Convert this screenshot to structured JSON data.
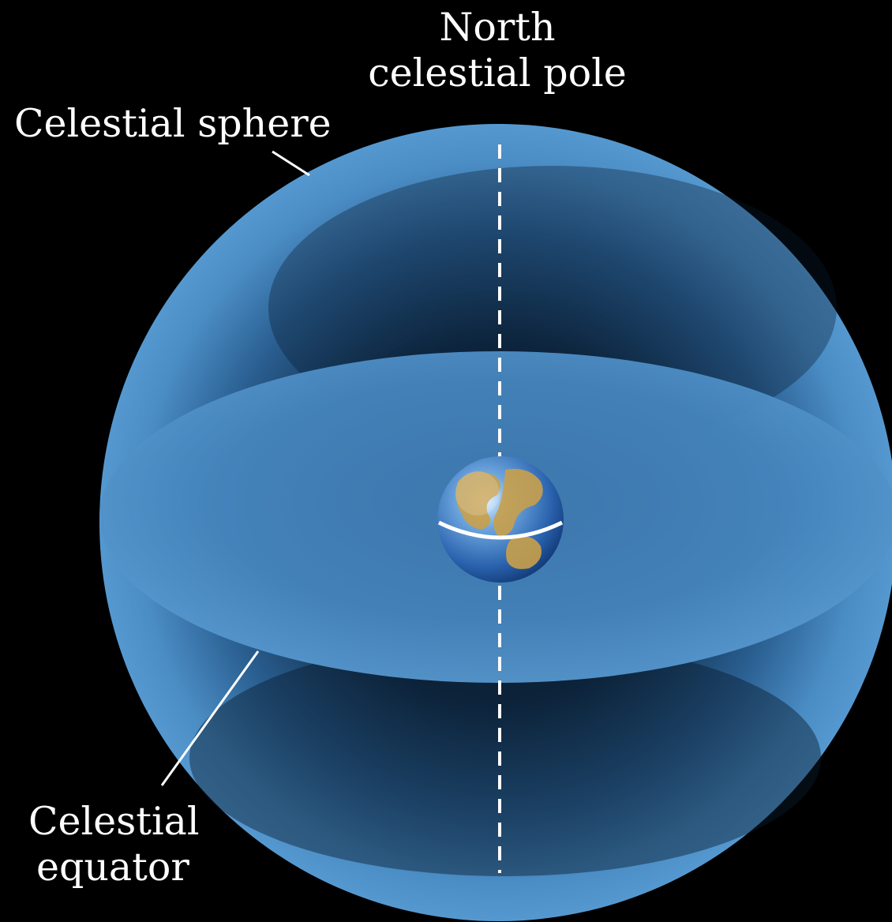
{
  "labels": {
    "north_pole_line1": "North",
    "north_pole_line2": "celestial pole",
    "celestial_sphere": "Celestial sphere",
    "celestial_equator_line1": "Celestial",
    "celestial_equator_line2": "equator"
  },
  "colors": {
    "background": "#000000",
    "sphere_light": "#4a8cc4",
    "sphere_dark": "#0a1a2c",
    "equator_plane": "#3f7cb5",
    "label_text": "#ffffff",
    "earth_ocean": "#2f6fb8",
    "earth_land": "#c9a04a"
  },
  "icons": {
    "earth": "earth-globe-icon"
  }
}
